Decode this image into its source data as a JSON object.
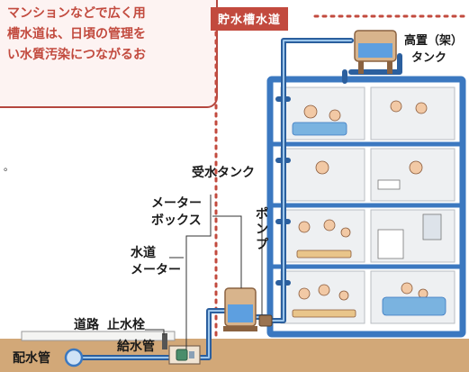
{
  "callout": {
    "lines": [
      "マンションなどで広く用",
      "槽水道は、日頃の管理を",
      "い水質汚染につながるお"
    ]
  },
  "note_mark": "。",
  "badge": "貯水槽水道",
  "labels": {
    "elevated_tank": [
      "高置（架）",
      "タンク"
    ],
    "receiving_tank": "受水タンク",
    "meter_box": [
      "メーター",
      "ボックス"
    ],
    "pump": [
      "ポ",
      "ン",
      "プ"
    ],
    "water_meter": [
      "水道",
      "メーター"
    ],
    "road": "道路",
    "stop_valve": "止水栓",
    "service_pipe": "給水管",
    "distribution_main": "配水管"
  },
  "colors": {
    "pipe": "#3b78c0",
    "pipe_light": "#6ea6dd",
    "building_wall": "#ffffff",
    "room_bg": "#eef0f2",
    "ground": "#d2a878",
    "accent_red": "#c24a3e",
    "tank": "#c9a27b"
  },
  "rooms": [
    {
      "name": "bath-scene"
    },
    {
      "name": "dressing-scene"
    },
    {
      "name": "painting-scene"
    },
    {
      "name": "cooking-scene"
    },
    {
      "name": "family-meal-scene"
    },
    {
      "name": "laundry-scene"
    },
    {
      "name": "dining-scene"
    },
    {
      "name": "bathtub-scene"
    }
  ]
}
